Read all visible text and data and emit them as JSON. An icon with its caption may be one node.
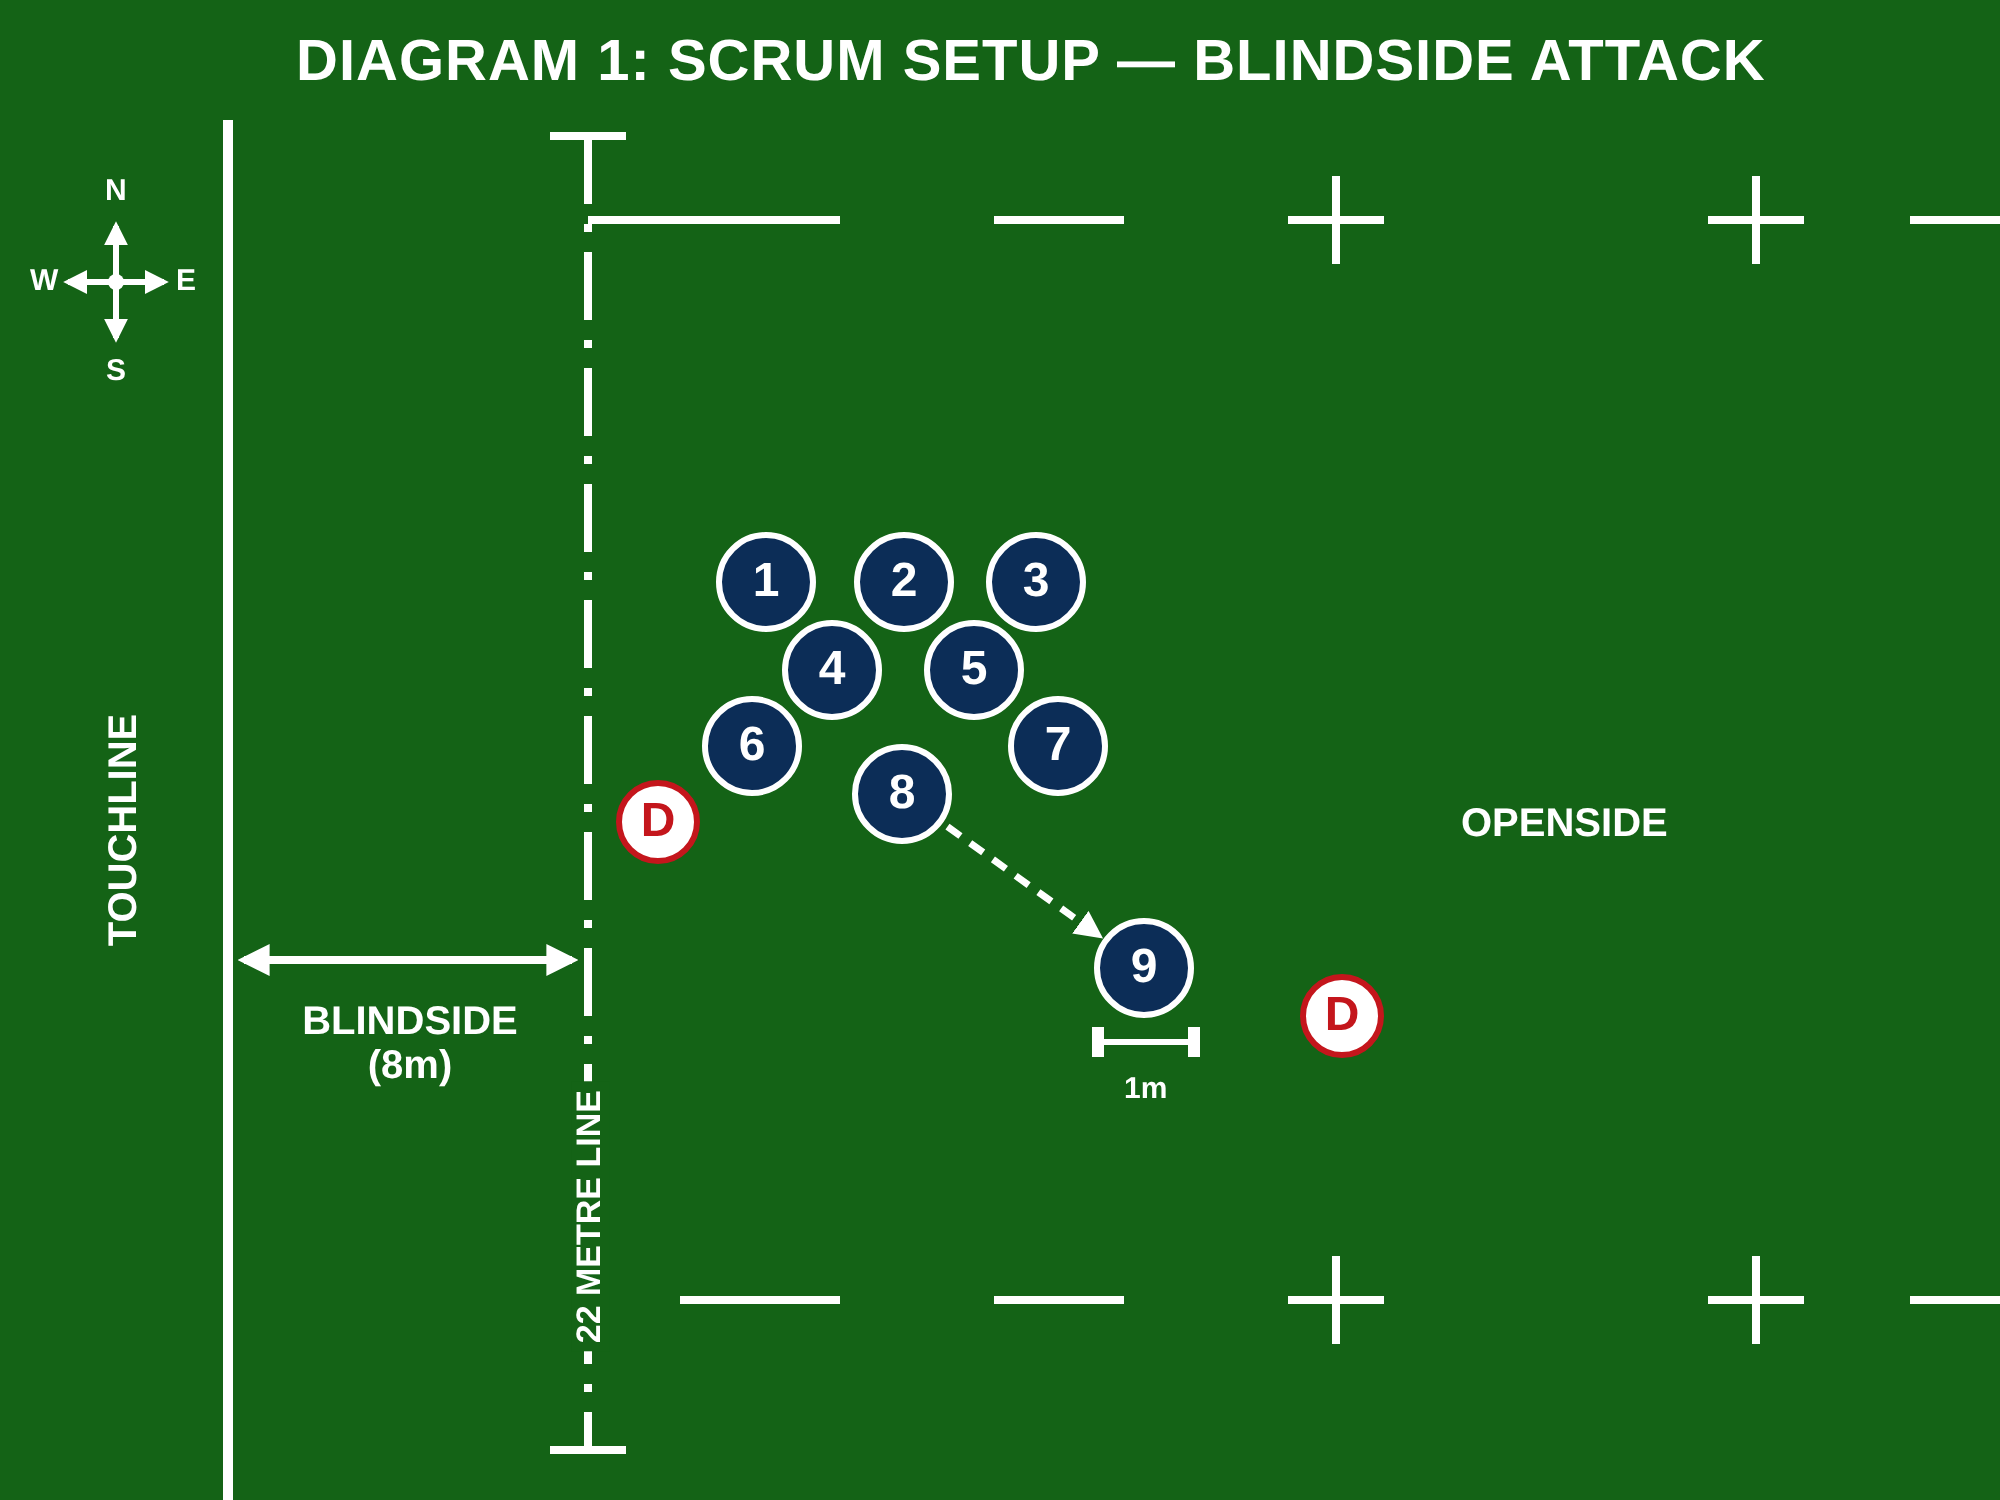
{
  "diagram": {
    "title": "DIAGRAM 1: SCRUM SETUP — BLINDSIDE ATTACK",
    "nodes": [
      {
        "text": [
          "1"
        ]
      },
      {
        "text": [
          "2"
        ]
      },
      {
        "text": [
          "3"
        ]
      },
      {
        "text": [
          "4"
        ]
      },
      {
        "text": [
          "5"
        ]
      },
      {
        "text": [
          "6"
        ]
      },
      {
        "text": [
          "7"
        ]
      },
      {
        "text": [
          "D"
        ]
      },
      {
        "text": [
          "8"
        ]
      },
      {
        "text": [
          "9"
        ]
      },
      {
        "text": [
          "D"
        ]
      }
    ],
    "edges": [
      {
        "from": 8,
        "to": 9,
        "arrow": "to",
        "style": "dashed"
      }
    ],
    "labels": [
      "N",
      "W",
      "E",
      "S",
      "OPENSIDE",
      "TOUCHLINE",
      "BLINDSIDE (8m)",
      "1m",
      "22 METRE LINE"
    ]
  }
}
